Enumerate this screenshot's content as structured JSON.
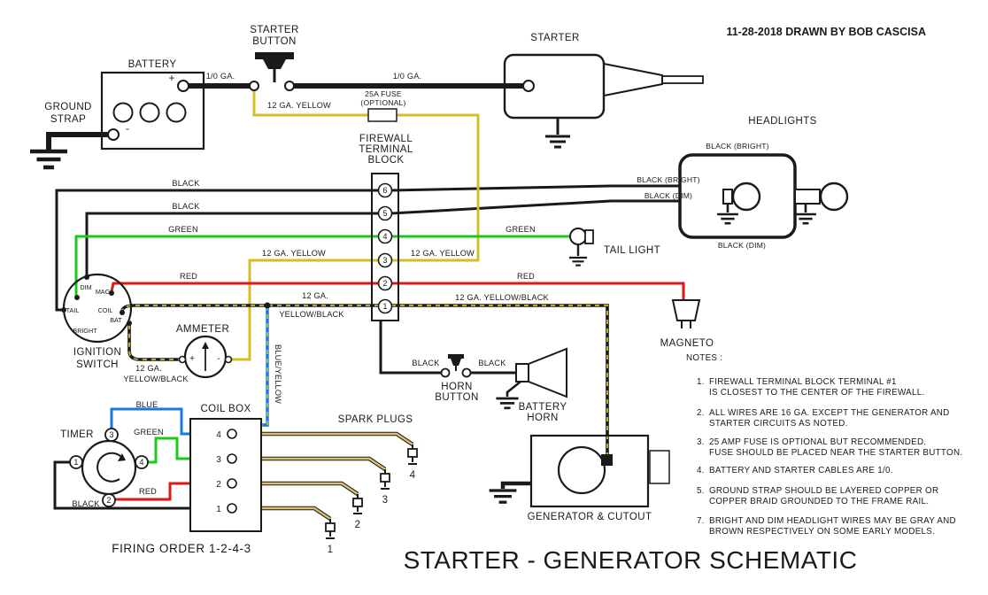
{
  "title": "STARTER  - GENERATOR SCHEMATIC",
  "attribution": "11-28-2018 DRAWN BY BOB CASCISA",
  "firing_order": "FIRING ORDER  1-2-4-3",
  "colors": {
    "wire_black": "#1a1a1a",
    "wire_yellow": "#d3bf25",
    "wire_green": "#1dc81d",
    "wire_red": "#e31717",
    "wire_blue": "#1b79d9",
    "wire_tan": "#dbc06a",
    "attribution_text": "#1a1a8c"
  },
  "components": {
    "battery": {
      "label": "BATTERY",
      "plus": "+",
      "minus": "-"
    },
    "ground_strap": {
      "line1": "GROUND",
      "line2": "STRAP"
    },
    "starter_button": {
      "line1": "STARTER",
      "line2": "BUTTON"
    },
    "starter": {
      "label": "STARTER"
    },
    "fuse": {
      "line1": "25A FUSE",
      "line2": "(OPTIONAL)"
    },
    "firewall_block": {
      "line1": "FIREWALL",
      "line2": "TERMINAL",
      "line3": "BLOCK",
      "terminals": [
        "6",
        "5",
        "4",
        "3",
        "2",
        "1"
      ]
    },
    "headlights": {
      "label": "HEADLIGHTS"
    },
    "tail_light": {
      "label": "TAIL LIGHT"
    },
    "magneto": {
      "label": "MAGNETO"
    },
    "ignition_switch": {
      "line1": "IGNITION",
      "line2": "SWITCH",
      "dim": "DIM",
      "mag": "MAG",
      "tail": "TAIL",
      "coil": "COIL",
      "bat": "BAT",
      "bright": "BRIGHT"
    },
    "ammeter": {
      "label": "AMMETER",
      "plus": "+",
      "minus": "-"
    },
    "timer": {
      "label": "TIMER",
      "terminals": [
        "1",
        "2",
        "3",
        "4"
      ]
    },
    "coil_box": {
      "label": "COIL BOX",
      "terminals": [
        "4",
        "3",
        "2",
        "1"
      ]
    },
    "spark_plugs": {
      "label": "SPARK  PLUGS",
      "numbers": [
        "1",
        "2",
        "3",
        "4"
      ]
    },
    "horn_button": {
      "line1": "HORN",
      "line2": "BUTTON"
    },
    "battery_horn": {
      "line1": "BATTERY",
      "line2": "HORN"
    },
    "generator": {
      "label": "GENERATOR  &  CUTOUT"
    }
  },
  "wires": {
    "battery_cable": "1/0 GA.",
    "starter_cable": "1/0 GA.",
    "button_feed": "12 GA. YELLOW",
    "t6_left": "BLACK",
    "t5_left": "BLACK",
    "t4_left": "GREEN",
    "t3_left": "12 GA. YELLOW",
    "t2_left": "RED",
    "t1_left_1": "12 GA.",
    "t1_left_2": "YELLOW/BLACK",
    "t6_right": "BLACK (BRIGHT)",
    "t5_right": "BLACK (DIM)",
    "t4_right": "GREEN",
    "t3_right": "12 GA. YELLOW",
    "t2_right": "RED",
    "t1_right": "12 GA. YELLOW/BLACK",
    "headlight_top": "BLACK (BRIGHT)",
    "headlight_bottom": "BLACK (DIM)",
    "ammeter_1": "12 GA.",
    "ammeter_2": "YELLOW/BLACK",
    "coil_feed": "BLUE/YELLOW",
    "timer_blue": "BLUE",
    "timer_green": "GREEN",
    "timer_red": "RED",
    "timer_black": "BLACK",
    "horn_left": "BLACK",
    "horn_right": "BLACK"
  },
  "notes": {
    "heading": "NOTES :",
    "items": [
      {
        "num": "1.",
        "lines": [
          "FIREWALL TERMINAL BLOCK TERMINAL #1",
          "IS CLOSEST TO THE CENTER OF THE FIREWALL."
        ]
      },
      {
        "num": "2.",
        "lines": [
          "ALL WIRES ARE 16 GA. EXCEPT THE GENERATOR AND",
          "STARTER CIRCUITS AS NOTED."
        ]
      },
      {
        "num": "3.",
        "lines": [
          "25 AMP FUSE IS OPTIONAL BUT RECOMMENDED.",
          "FUSE SHOULD BE PLACED NEAR THE STARTER BUTTON."
        ]
      },
      {
        "num": "4.",
        "lines": [
          "BATTERY AND STARTER CABLES ARE 1/0."
        ]
      },
      {
        "num": "5.",
        "lines": [
          "GROUND STRAP SHOULD BE LAYERED COPPER OR",
          "COPPER BRAID GROUNDED TO THE FRAME RAIL."
        ]
      },
      {
        "num": "7.",
        "lines": [
          "BRIGHT AND DIM HEADLIGHT WIRES MAY BE GRAY AND",
          "BROWN RESPECTIVELY ON SOME EARLY MODELS."
        ]
      }
    ]
  }
}
